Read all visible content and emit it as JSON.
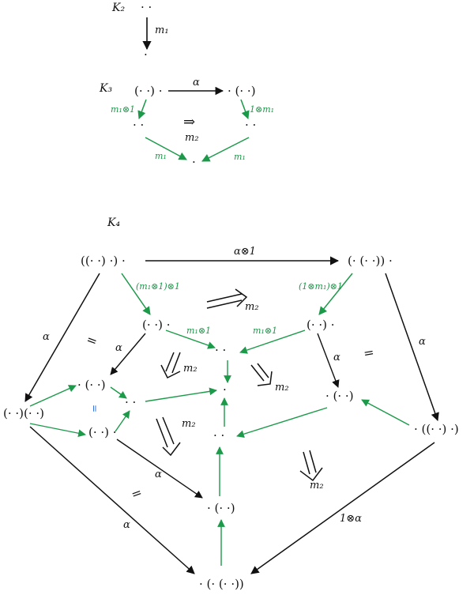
{
  "colors": {
    "ink": "#111111",
    "green": "#1c9a4a",
    "blue": "#2f6fd6"
  },
  "sections": {
    "k2": "K₂",
    "k3": "K₃",
    "k4": "K₄"
  },
  "k2": {
    "top": "· ·",
    "bottom": "·",
    "arrow": "m₁"
  },
  "k3": {
    "left": "(· ·) ·",
    "right": "· (· ·)",
    "mid_left": "· ·",
    "mid_right": "· ·",
    "bottom": "·",
    "top_arrow": "α",
    "left_arrow": "m₁⊗1",
    "right_arrow": "1⊗m₁",
    "bottom_left_arrow": "m₁",
    "bottom_right_arrow": "m₁",
    "cell": "⇒",
    "cell_label": "m₂"
  },
  "k4": {
    "nodes": {
      "top_left": "((· ·) ·) ·",
      "top_right": "(· (· ·)) ·",
      "left": "(· ·)(· ·)",
      "right": "· ((· ·) ·)",
      "bottom": "· (· (· ·))",
      "in_top_left": "(· ·) ·",
      "in_top_right": "(· ·) ·",
      "center_top": "· ·",
      "center": "·",
      "center_low": "· ·",
      "left_upper": "· (· ·)",
      "left_lower": "(· ·) ·",
      "left_mid": "· ·",
      "right_mid": "· (· ·)",
      "bottom_mid": "· (· ·)"
    },
    "labels": {
      "top": "α⊗1",
      "tl_down": "(m₁⊗1)⊗1",
      "tr_down": "(1⊗m₁)⊗1",
      "alpha_left": "α",
      "alpha_right": "α",
      "alpha_in_left": "α",
      "alpha_in_right": "α",
      "alpha_low": "α",
      "alpha_bottom_left": "α",
      "bottom_right": "1⊗α",
      "m1_left": "m₁⊗1",
      "m1_right": "m₁⊗1",
      "eq_left": "=",
      "eq_right": "=",
      "eq_bottom": "=",
      "eq_blue": "=",
      "m2": "m₂"
    }
  }
}
